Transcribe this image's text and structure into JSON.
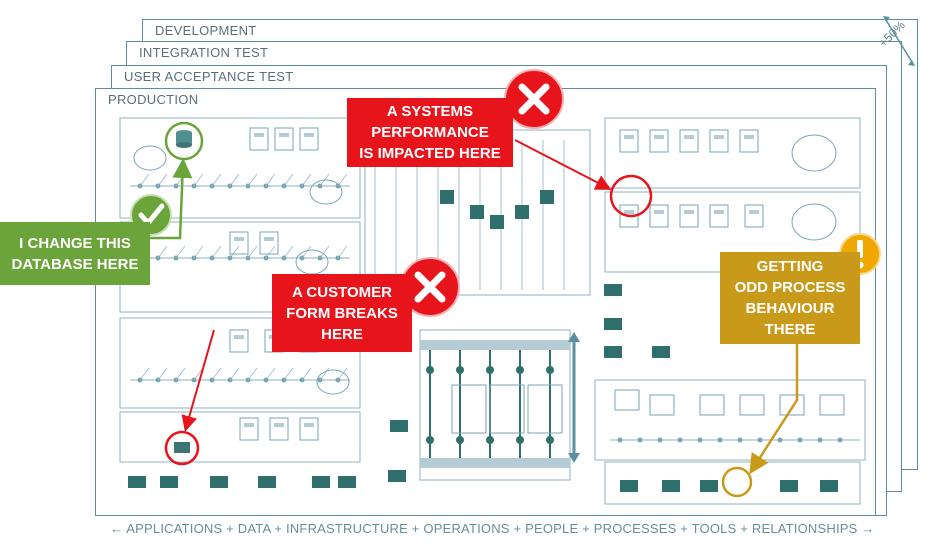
{
  "environments": {
    "development": "DEVELOPMENT",
    "integration_test": "INTEGRATION TEST",
    "user_acceptance_test": "USER ACCEPTANCE TEST",
    "production": "PRODUCTION"
  },
  "scale_label": "+50%",
  "callouts": {
    "systems_performance": [
      "A SYSTEMS",
      "PERFORMANCE",
      "IS IMPACTED HERE"
    ],
    "database_change": [
      "I CHANGE THIS",
      "DATABASE HERE"
    ],
    "customer_form": [
      "A CUSTOMER",
      "FORM BREAKS",
      "HERE"
    ],
    "odd_behaviour": [
      "GETTING",
      "ODD PROCESS",
      "BEHAVIOUR",
      "THERE"
    ]
  },
  "footer": "← APPLICATIONS  + DATA  + INFRASTRUCTURE  + OPERATIONS  +  PEOPLE + PROCESSES + TOOLS  + RELATIONSHIPS →",
  "colors": {
    "error_red": "#e8141c",
    "success_green": "#6aa43a",
    "warning_gold": "#c99a1a",
    "diagram_teal": "#5b8fa0",
    "dark_teal": "#2f6f6c"
  }
}
